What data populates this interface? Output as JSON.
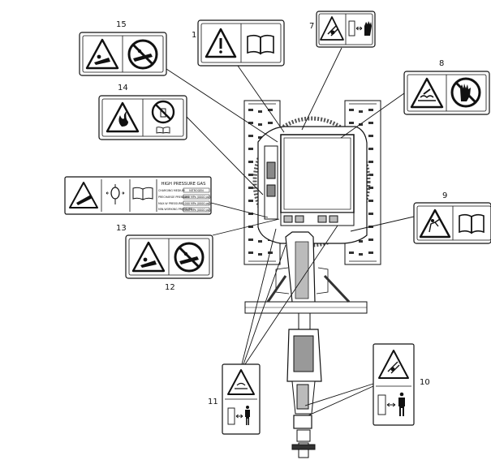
{
  "callouts": {
    "n1": "1",
    "n7": "7",
    "n8": "8",
    "n9": "9",
    "n10": "10",
    "n11": "11",
    "n12": "12",
    "n13": "13",
    "n14": "14",
    "n15": "15"
  },
  "decal13": {
    "title": "HIGH PRESSURE GAS",
    "rows": [
      {
        "label": "CHARGING MEDIUM",
        "value": "NITROGEN"
      },
      {
        "label": "PRECHARGE PRESSURE",
        "value": "0.000 MPa (0000 psi)"
      },
      {
        "label": "MAX.W PRESSURE",
        "value": "0.000 MPa (0000 psi)"
      },
      {
        "label": "MIN.WORKING PRESSURE",
        "value": "0.000 MPa (0000 psi)"
      }
    ]
  },
  "colors": {
    "line": "#111111",
    "background": "#ffffff",
    "hatch": "#555555"
  },
  "icons": [
    "warning-triangle-icon",
    "manual-book-icon",
    "no-step-icon",
    "crush-hazard-icon",
    "fire-hazard-icon",
    "no-open-flame-icon",
    "keep-distance-icon",
    "accumulator-icon",
    "no-touch-icon",
    "hot-surface-icon"
  ]
}
